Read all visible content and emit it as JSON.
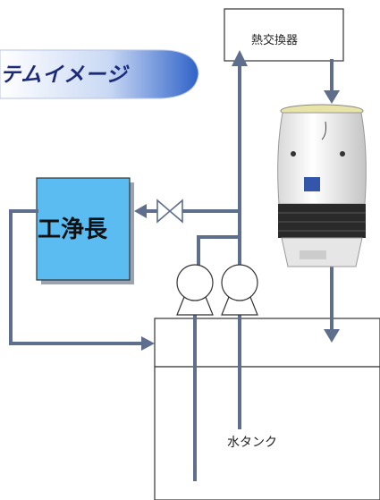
{
  "banner": {
    "text": "テムイメージ"
  },
  "heat_exchanger": {
    "label": "熱交換器"
  },
  "unit": {
    "label": "工浄長"
  },
  "tank": {
    "label": "水タンク"
  },
  "colors": {
    "pipe": "#5d6f8c",
    "unit_fill": "#5bbcf2",
    "banner_start": "#ffffff",
    "banner_end": "#2f63c8"
  }
}
